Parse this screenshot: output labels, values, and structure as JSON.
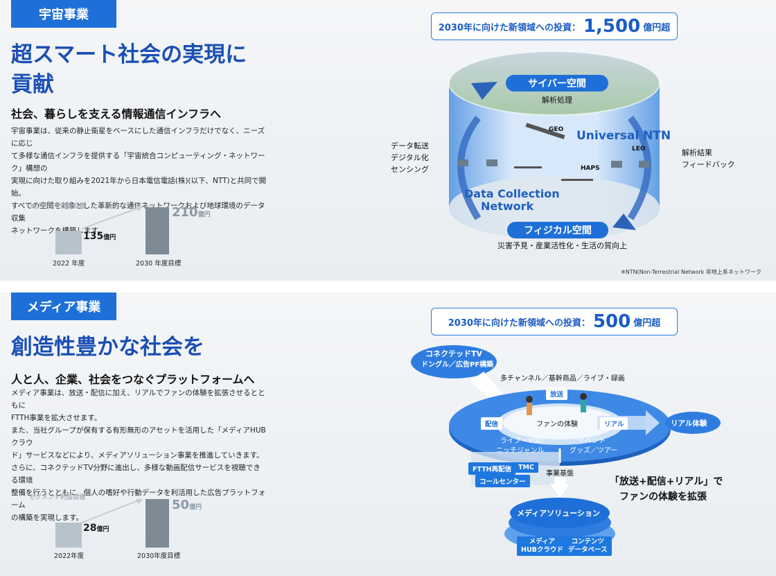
{
  "space": {
    "tag": "宇宙事業",
    "headline_1": "超スマート社会の実現に",
    "headline_2": "貢献",
    "subhead": "社会、暮らしを支える情報通信インフラへ",
    "body": [
      "宇宙事業は、従来の静止衛星をベースにした通信インフラだけでなく、ニーズに応じ",
      "て多様な通信インフラを提供する「宇宙統合コンピューティング・ネットワーク」構想の",
      "実現に向けた取り組みを2021年から日本電信電話(株)(以下、NTT)と共同で開始。",
      "すべての空間を対象とした革新的な通信ネットワークおよび地球環境のデータ収集",
      "ネットワークを構築します。"
    ],
    "chart": {
      "segment_label": "セグメント利益目標",
      "unit": "億円",
      "bar1_value": "135",
      "bar2_value": "210",
      "bar1_category": "2022 年度",
      "bar2_category": "2030 年度目標"
    },
    "investment": {
      "prefix": "2030年に向けた新領域への投資：",
      "amount": "1,500",
      "unit": "億円超"
    },
    "diagram": {
      "cyber": "サイバー空間",
      "cyber_sub": "解析処理",
      "physical": "フィジカル空間",
      "physical_sub": "災害予見・産業活性化・生活の質向上",
      "ntn": "Universal NTN",
      "dcn_1": "Data Collection",
      "dcn_2": "Network",
      "geo": "GEO",
      "leo": "LEO",
      "haps": "HAPS",
      "left_1": "データ転送",
      "left_2": "デジタル化",
      "left_3": "センシング",
      "right_1": "解析結果",
      "right_2": "フィードバック"
    },
    "footnote": "※NTN(Non-Terrestrial Network 非地上系ネットワーク"
  },
  "media": {
    "tag": "メディア事業",
    "headline": "創造性豊かな社会を",
    "subhead": "人と人、企業、社会をつなぐプラットフォームへ",
    "body": [
      "メディア事業は、放送・配信に加え、リアルでファンの体験を拡張させるとともに",
      "FTTH事業を拡大させます。",
      "また、当社グループが保有する有形無形のアセットを活用した「メディアHUBクラウ",
      "ド」サービスなどにより、メディアソリューション事業を推進していきます。",
      "さらに、コネクテッドTV分野に進出し、多様な動画配信サービスを視聴できる環境",
      "整備を行うとともに、個人の嗜好や行動データを利活用した広告プラットフォーム",
      "の構築を実現します。"
    ],
    "chart": {
      "segment_label": "セグメント利益目標",
      "unit": "億円",
      "bar1_value": "28",
      "bar2_value": "50",
      "bar1_category": "2022年度",
      "bar2_category": "2030年度目標"
    },
    "investment": {
      "prefix": "2030年に向けた新領域への投資：",
      "amount": "500",
      "unit": "億円超"
    },
    "diagram": {
      "ctv_1": "コネクテッドTV",
      "ctv_2": "ドングル／広告PF構築",
      "top_text": "多チャンネル／基幹商品／ライブ・録画",
      "broadcast": "放送",
      "distribution": "配信",
      "fan": "ファンの体験",
      "real": "リアル",
      "real_exp": "リアル体験",
      "live_1": "ライブ・VOD",
      "live_2": "ニッチジャンル",
      "event_1": "イベント",
      "event_2": "グッズ／ツアー",
      "ftth": "FTTH再配信",
      "tmc": "TMC",
      "call": "コールセンター",
      "base": "事業基盤",
      "solution": "メディアソリューション",
      "hub_1": "メディア",
      "hub_2": "HUBクラウド",
      "content_1": "コンテンツ",
      "content_2": "データベース",
      "tagline_1": "「放送+配信+リアル」で",
      "tagline_2": "ファンの体験を拡張"
    }
  }
}
